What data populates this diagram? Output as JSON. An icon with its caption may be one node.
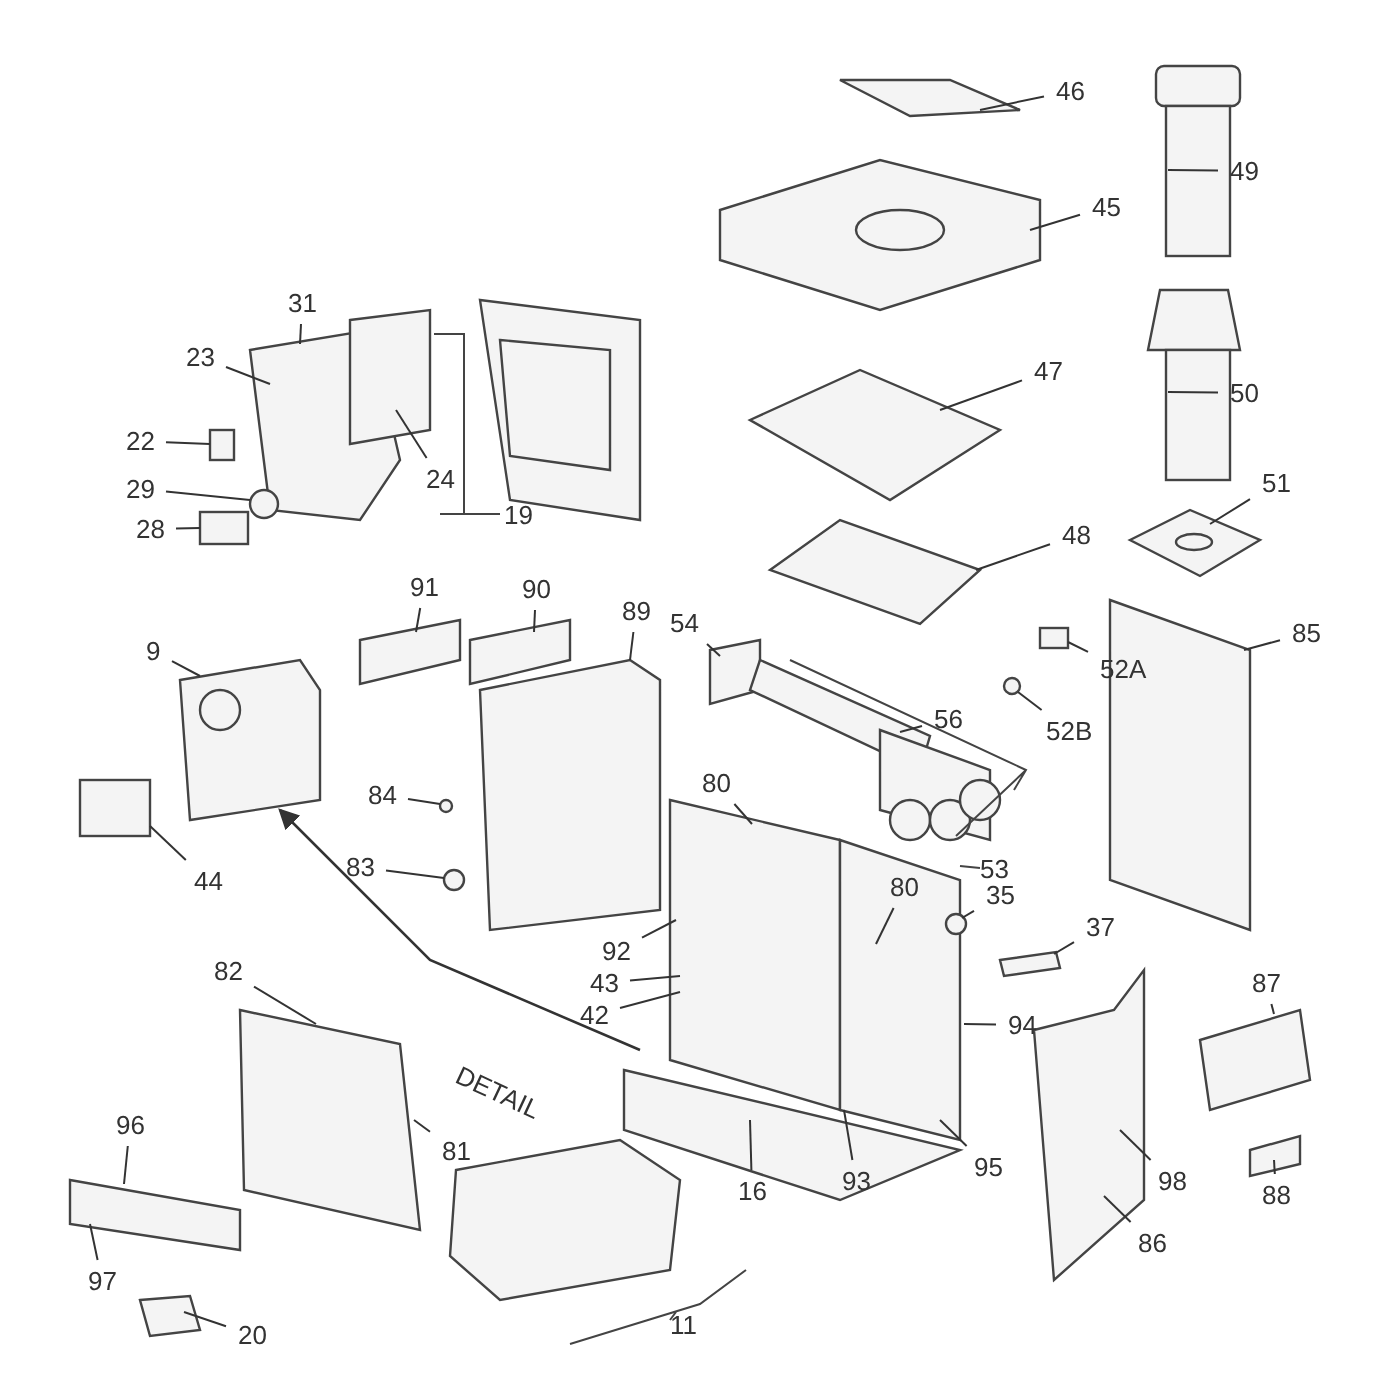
{
  "diagram": {
    "nodes": [
      {
        "text": [
          "46"
        ]
      },
      {
        "text": [
          "49"
        ]
      },
      {
        "text": [
          "45"
        ]
      },
      {
        "text": [
          "31"
        ]
      },
      {
        "text": [
          "23"
        ]
      },
      {
        "text": [
          "47"
        ]
      },
      {
        "text": [
          "50"
        ]
      },
      {
        "text": [
          "22"
        ]
      },
      {
        "text": [
          "24"
        ]
      },
      {
        "text": [
          "51"
        ]
      },
      {
        "text": [
          "29"
        ]
      },
      {
        "text": [
          "48"
        ]
      },
      {
        "text": [
          "28"
        ]
      },
      {
        "text": [
          "91"
        ]
      },
      {
        "text": [
          "90"
        ]
      },
      {
        "text": [
          "89"
        ]
      },
      {
        "text": [
          "85"
        ]
      },
      {
        "text": [
          "54"
        ]
      },
      {
        "text": [
          "9"
        ]
      },
      {
        "text": [
          "52A"
        ]
      },
      {
        "text": [
          "56"
        ]
      },
      {
        "text": [
          "52B"
        ]
      },
      {
        "text": [
          "80"
        ]
      },
      {
        "text": [
          "84"
        ]
      },
      {
        "text": [
          "83"
        ]
      },
      {
        "text": [
          "44"
        ]
      },
      {
        "text": [
          "80"
        ]
      },
      {
        "text": [
          "35"
        ]
      },
      {
        "text": [
          "92"
        ]
      },
      {
        "text": [
          "82"
        ]
      },
      {
        "text": [
          "37"
        ]
      },
      {
        "text": [
          "43"
        ]
      },
      {
        "text": [
          "87"
        ]
      },
      {
        "text": [
          "94"
        ]
      },
      {
        "text": [
          "42"
        ]
      },
      {
        "text": [
          "96"
        ]
      },
      {
        "text": [
          "95"
        ]
      },
      {
        "text": [
          "81"
        ]
      },
      {
        "text": [
          "16"
        ]
      },
      {
        "text": [
          "93"
        ]
      },
      {
        "text": [
          "88"
        ]
      },
      {
        "text": [
          "98"
        ]
      },
      {
        "text": [
          "86"
        ]
      },
      {
        "text": [
          "97"
        ]
      },
      {
        "text": [
          "20"
        ]
      }
    ],
    "edges": [
      {
        "from": 0,
        "to": null,
        "arrow": "none"
      },
      {
        "from": 1,
        "to": null,
        "arrow": "none"
      },
      {
        "from": 2,
        "to": null,
        "arrow": "none"
      },
      {
        "from": 3,
        "to": null,
        "arrow": "none"
      },
      {
        "from": 4,
        "to": null,
        "arrow": "none"
      },
      {
        "from": 5,
        "to": null,
        "arrow": "none"
      },
      {
        "from": 6,
        "to": null,
        "arrow": "none"
      },
      {
        "from": 7,
        "to": null,
        "arrow": "none"
      },
      {
        "from": 8,
        "to": null,
        "arrow": "none"
      },
      {
        "from": 9,
        "to": null,
        "arrow": "none"
      },
      {
        "from": 10,
        "to": null,
        "arrow": "none"
      },
      {
        "from": 11,
        "to": null,
        "arrow": "none"
      },
      {
        "from": 12,
        "to": null,
        "arrow": "none"
      },
      {
        "from": 13,
        "to": null,
        "arrow": "none"
      },
      {
        "from": 14,
        "to": null,
        "arrow": "none"
      },
      {
        "from": 15,
        "to": null,
        "arrow": "none"
      },
      {
        "from": 16,
        "to": null,
        "arrow": "none"
      },
      {
        "from": 17,
        "to": null,
        "arrow": "none"
      },
      {
        "from": 18,
        "to": null,
        "arrow": "none"
      },
      {
        "from": 19,
        "to": null,
        "arrow": "none"
      },
      {
        "from": 20,
        "to": null,
        "arrow": "none"
      },
      {
        "from": 21,
        "to": null,
        "arrow": "none"
      },
      {
        "from": 22,
        "to": null,
        "arrow": "none"
      },
      {
        "from": 23,
        "to": null,
        "arrow": "none"
      },
      {
        "from": 24,
        "to": null,
        "arrow": "none"
      },
      {
        "from": 25,
        "to": null,
        "arrow": "none"
      },
      {
        "from": 26,
        "to": null,
        "arrow": "none"
      },
      {
        "from": 27,
        "to": null,
        "arrow": "none"
      },
      {
        "from": 28,
        "to": null,
        "arrow": "none"
      },
      {
        "from": 29,
        "to": null,
        "arrow": "none"
      },
      {
        "from": 30,
        "to": null,
        "arrow": "none"
      },
      {
        "from": 31,
        "to": null,
        "arrow": "none"
      },
      {
        "from": 32,
        "to": null,
        "arrow": "none"
      },
      {
        "from": 33,
        "to": null,
        "arrow": "none"
      },
      {
        "from": 34,
        "to": null,
        "arrow": "none"
      },
      {
        "from": 35,
        "to": null,
        "arrow": "none"
      },
      {
        "from": 36,
        "to": null,
        "arrow": "none"
      },
      {
        "from": 37,
        "to": null,
        "arrow": "none"
      },
      {
        "from": 38,
        "to": null,
        "arrow": "none"
      },
      {
        "from": 39,
        "to": null,
        "arrow": "none"
      },
      {
        "from": 40,
        "to": null,
        "arrow": "none"
      },
      {
        "from": 41,
        "to": null,
        "arrow": "none"
      },
      {
        "from": 42,
        "to": null,
        "arrow": "none"
      },
      {
        "from": 43,
        "to": null,
        "arrow": "none"
      },
      {
        "from": 44,
        "to": null,
        "arrow": "none"
      }
    ],
    "labels": [
      "19",
      "53",
      "DETAIL",
      "11"
    ]
  }
}
